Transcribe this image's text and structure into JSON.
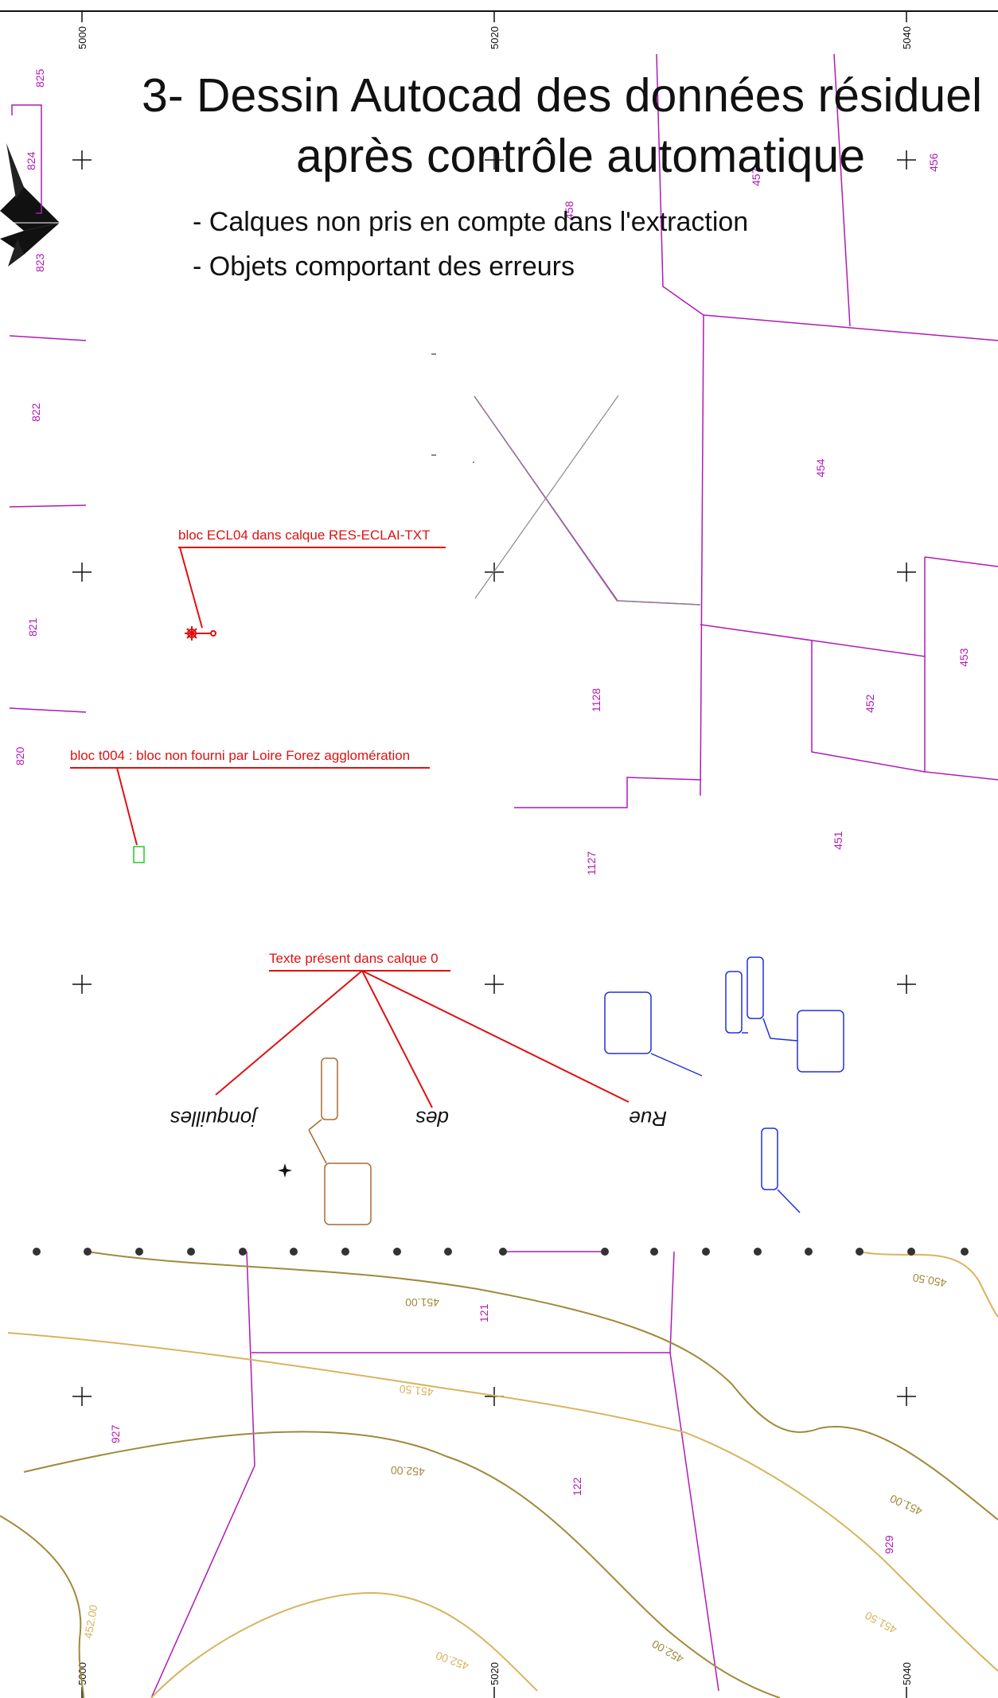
{
  "title": {
    "line1": "3- Dessin Autocad des données résiduel",
    "line2": "après contrôle automatique"
  },
  "bullets": [
    "- Calques non pris en compte dans l'extraction",
    "- Objets comportant des erreurs"
  ],
  "grid": {
    "x_labels": [
      "5000",
      "5020",
      "5040"
    ]
  },
  "parcel_numbers": [
    "825",
    "824",
    "823",
    "822",
    "821",
    "820",
    "458",
    "457",
    "456",
    "454",
    "453",
    "452",
    "451",
    "1128",
    "1127",
    "121",
    "122",
    "927",
    "929"
  ],
  "contour_labels": [
    "451.00",
    "451.50",
    "452.00",
    "451.00",
    "451.50",
    "452.00",
    "452.00",
    "450.50"
  ],
  "annotations": [
    {
      "text": "bloc ECL04 dans calque RES-ECLAI-TXT"
    },
    {
      "text": "bloc t004 : bloc non fourni par Loire Forez agglomération"
    },
    {
      "text": "Texte présent dans calque 0"
    }
  ],
  "mirrored_words": [
    "jonquilles",
    "des",
    "Rue"
  ],
  "colors": {
    "parcel": "#b01ab6",
    "annotation": "#e01010",
    "contour_dark": "#a08a3a",
    "contour_light": "#d8b45e",
    "building_blue": "#2030d8",
    "building_brown": "#a86a30",
    "block_green": "#22cc22",
    "grey_line": "#8a8a8a"
  }
}
